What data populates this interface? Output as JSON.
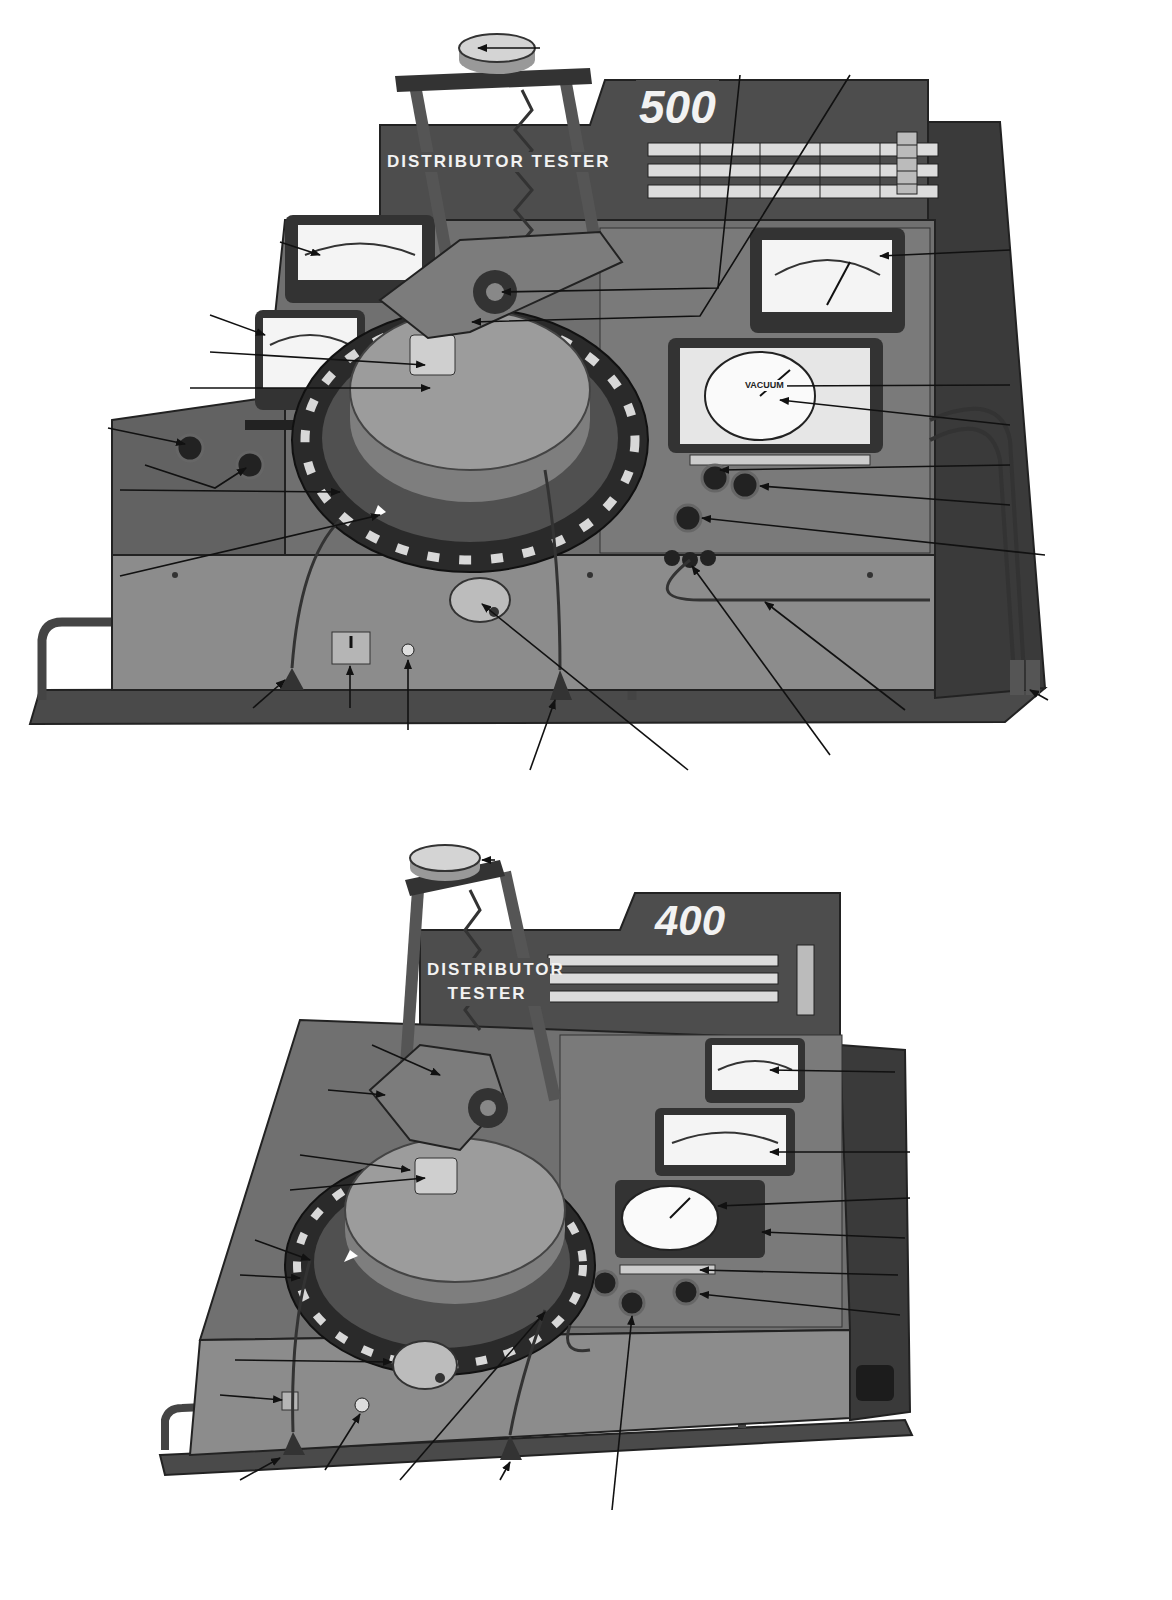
{
  "diagram": {
    "labels": [
      "500",
      "DISTRIBUTOR TESTER",
      "VACUUM",
      "400",
      "DISTRIBUTOR TESTER"
    ]
  }
}
